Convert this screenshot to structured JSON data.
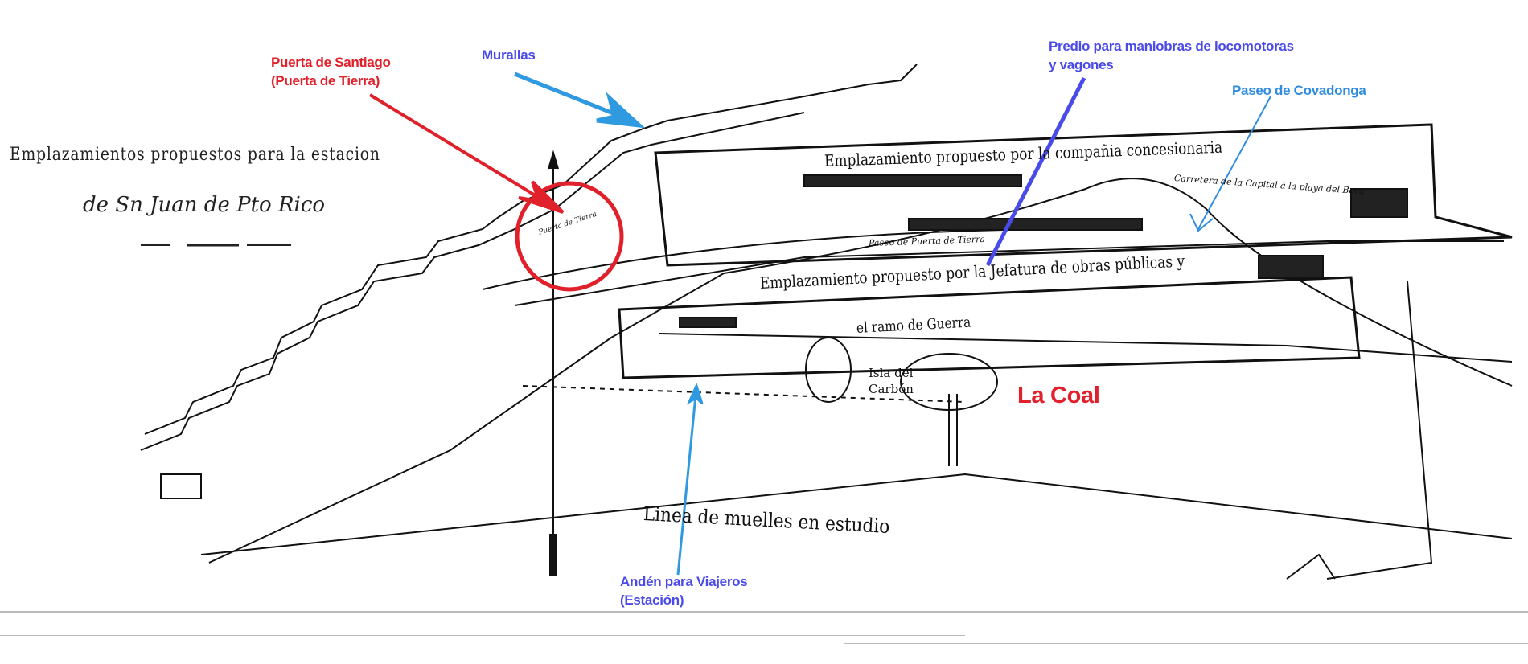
{
  "map": {
    "title_line1": "Emplazamientos propuestos para la estacion",
    "title_line2": "de Sn Juan de Pto Rico",
    "labels_original": {
      "company_site": "Emplazamiento propuesto por la compañia concesionaria",
      "public_works_site": "Emplazamiento propuesto por la Jefatura de obras públicas y",
      "war_branch": "el ramo de Guerra",
      "isla_del_carbon_1": "Isla del",
      "isla_del_carbon_2": "Carbón",
      "docks_line": "Linea  de  muelles  en  estudio",
      "paseo_puerta_tierra": "Paseo de Puerta de Tierra",
      "carretera": "Carretera de la Capital á la playa del Boca",
      "puerta_tierra_small": "Puerta de Tierra"
    }
  },
  "annotations": {
    "puerta_santiago_line1": "Puerta de Santiago",
    "puerta_santiago_line2": "(Puerta de Tierra)",
    "murallas": "Murallas",
    "predio_line1": "Predio para maniobras de locomotoras",
    "predio_line2": "y vagones",
    "paseo_covadonga": "Paseo de Covadonga",
    "la_coal": "La Coal",
    "anden_line1": "Andén para Viajeros",
    "anden_line2": "(Estación)"
  },
  "colors": {
    "red": "#e0202a",
    "blue": "#4a4ae8",
    "light_blue": "#2f8ce0"
  }
}
